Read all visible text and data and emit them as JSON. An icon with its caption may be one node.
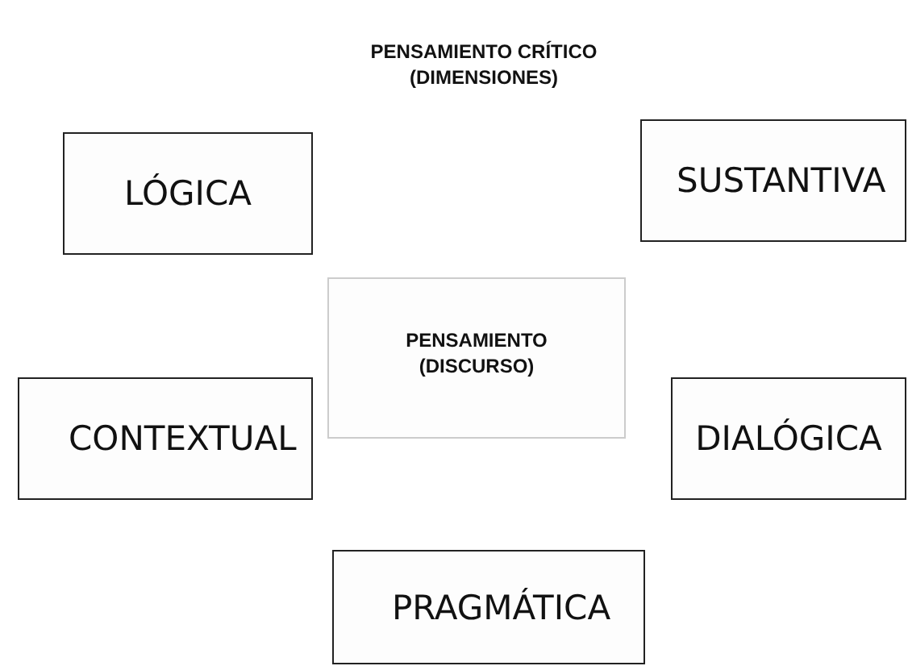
{
  "diagram": {
    "title": "PENSAMIENTO CRÍTICO (DIMENSIONES)",
    "nodes": [
      {
        "text": [
          "LÓGICA"
        ]
      },
      {
        "text": [
          "SUSTANTIVA"
        ]
      },
      {
        "text": [
          "PENSAMIENTO (DISCURSO)"
        ]
      },
      {
        "text": [
          "CONTEXTUAL"
        ]
      },
      {
        "text": [
          "DIALÓGICA"
        ]
      },
      {
        "text": [
          "PRAGMÁTICA"
        ]
      }
    ]
  }
}
